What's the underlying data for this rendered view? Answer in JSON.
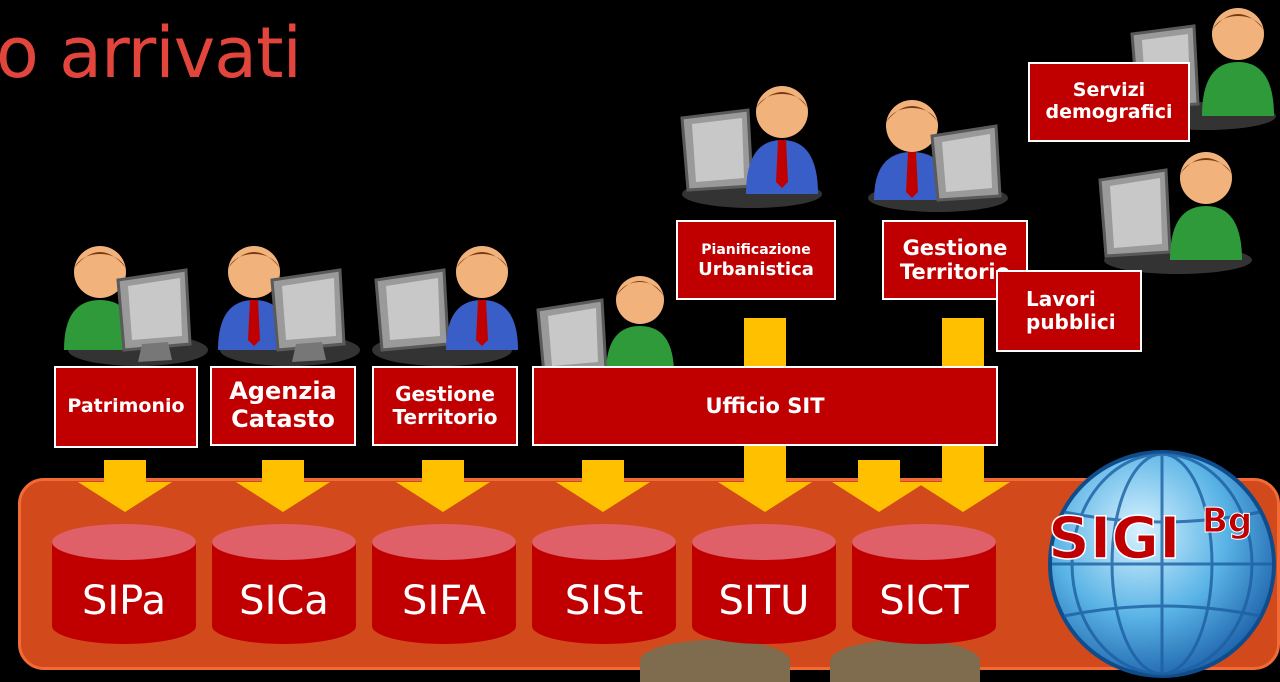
{
  "title": "o arrivati",
  "offices": {
    "patrimonio": "Patrimonio",
    "agenzia_catasto": [
      "Agenzia",
      "Catasto"
    ],
    "gestione_territorio": [
      "Gestione",
      "Territorio"
    ],
    "ufficio_sit": "Ufficio SIT",
    "pianificazione_urbanistica": [
      "Pianificazione",
      "Urbanistica"
    ],
    "gestione_territorio_2": [
      "Gestione",
      "Territorio"
    ],
    "lavori_pubblici": [
      "Lavori",
      "pubblici"
    ],
    "servizi_demografici": [
      "Servizi",
      "demografici"
    ]
  },
  "databases": [
    "SIPa",
    "SICa",
    "SIFA",
    "SISt",
    "SITU",
    "SICT"
  ],
  "globe": {
    "text": "SIGI",
    "superscript": "Bg"
  },
  "colors": {
    "label_fill": "#c00000",
    "arrow": "#ffc000",
    "platform": "#d24a1b",
    "db_top": "#e0606a",
    "title": "#e2453c"
  }
}
